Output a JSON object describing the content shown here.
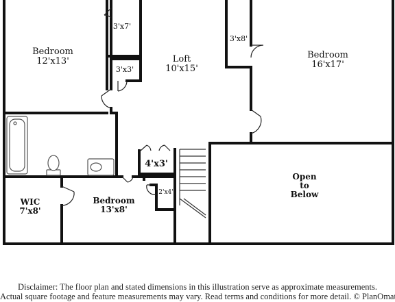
{
  "rooms": {
    "bedroom_left": {
      "name": "Bedroom",
      "dims": "12'x13'"
    },
    "closet_top": {
      "dims": "3'x7'"
    },
    "closet_small": {
      "dims": "3'x3'"
    },
    "loft": {
      "name": "Loft",
      "dims": "10'x15'"
    },
    "closet_right": {
      "dims": "3'x8'"
    },
    "bedroom_right": {
      "name": "Bedroom",
      "dims": "16'x17'"
    },
    "linen": {
      "dims": "4'x3'"
    },
    "open_below": {
      "line1": "Open",
      "line2": "to",
      "line3": "Below"
    },
    "wic": {
      "name": "WIC",
      "dims": "7'x8'"
    },
    "bedroom_bottom": {
      "name": "Bedroom",
      "dims": "13'x8'"
    },
    "closet_tiny": {
      "dims": "2'x4'"
    }
  },
  "disclaimer": {
    "line1": "Disclaimer: The floor plan and stated dimensions in this illustration serve as approximate measurements.",
    "line2": "Actual square footage and feature measurements may vary. Read terms and conditions for more detail. © PlanOmatic"
  },
  "colors": {
    "wall": "#111111",
    "fixture": "#666666",
    "background": "#ffffff"
  }
}
